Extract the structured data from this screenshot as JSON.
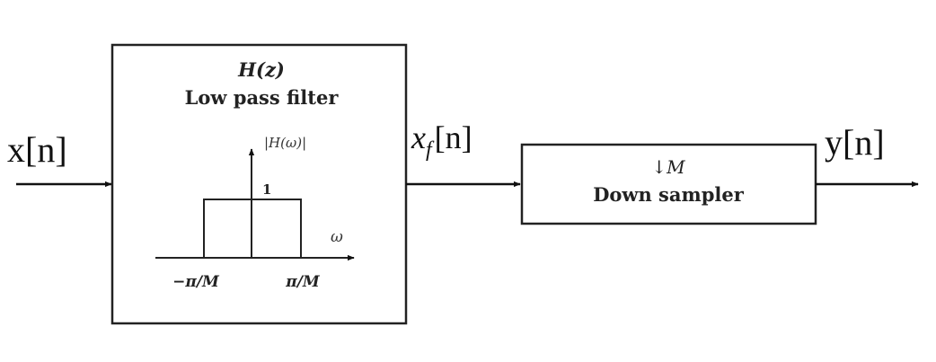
{
  "input_signal": "x[n]",
  "intermediate_signal": {
    "base": "x",
    "subscript": "f",
    "index": "[n]"
  },
  "output_signal": "y[n]",
  "filter_block": {
    "title": "H(z)",
    "subtitle": "Low pass filter",
    "plot": {
      "y_label": "|H(ω)|",
      "x_label": "ω",
      "level_label": "1",
      "left_tick": "−π/M",
      "right_tick": "π/M"
    }
  },
  "downsampler_block": {
    "title": "↓M",
    "subtitle": "Down sampler"
  }
}
